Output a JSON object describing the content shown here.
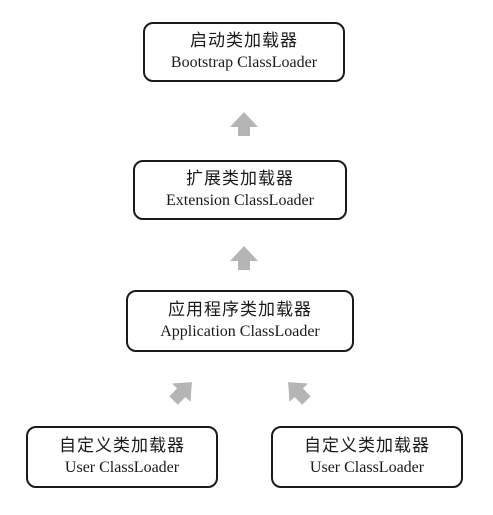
{
  "nodes": {
    "bootstrap": {
      "cn": "启动类加载器",
      "en": "Bootstrap ClassLoader"
    },
    "extension": {
      "cn": "扩展类加载器",
      "en": "Extension ClassLoader"
    },
    "application": {
      "cn": "应用程序类加载器",
      "en": "Application ClassLoader"
    },
    "user_left": {
      "cn": "自定义类加载器",
      "en": "User ClassLoader"
    },
    "user_right": {
      "cn": "自定义类加载器",
      "en": "User ClassLoader"
    }
  },
  "colors": {
    "arrow": "#b5b5b5",
    "border": "#1a1a1a"
  }
}
